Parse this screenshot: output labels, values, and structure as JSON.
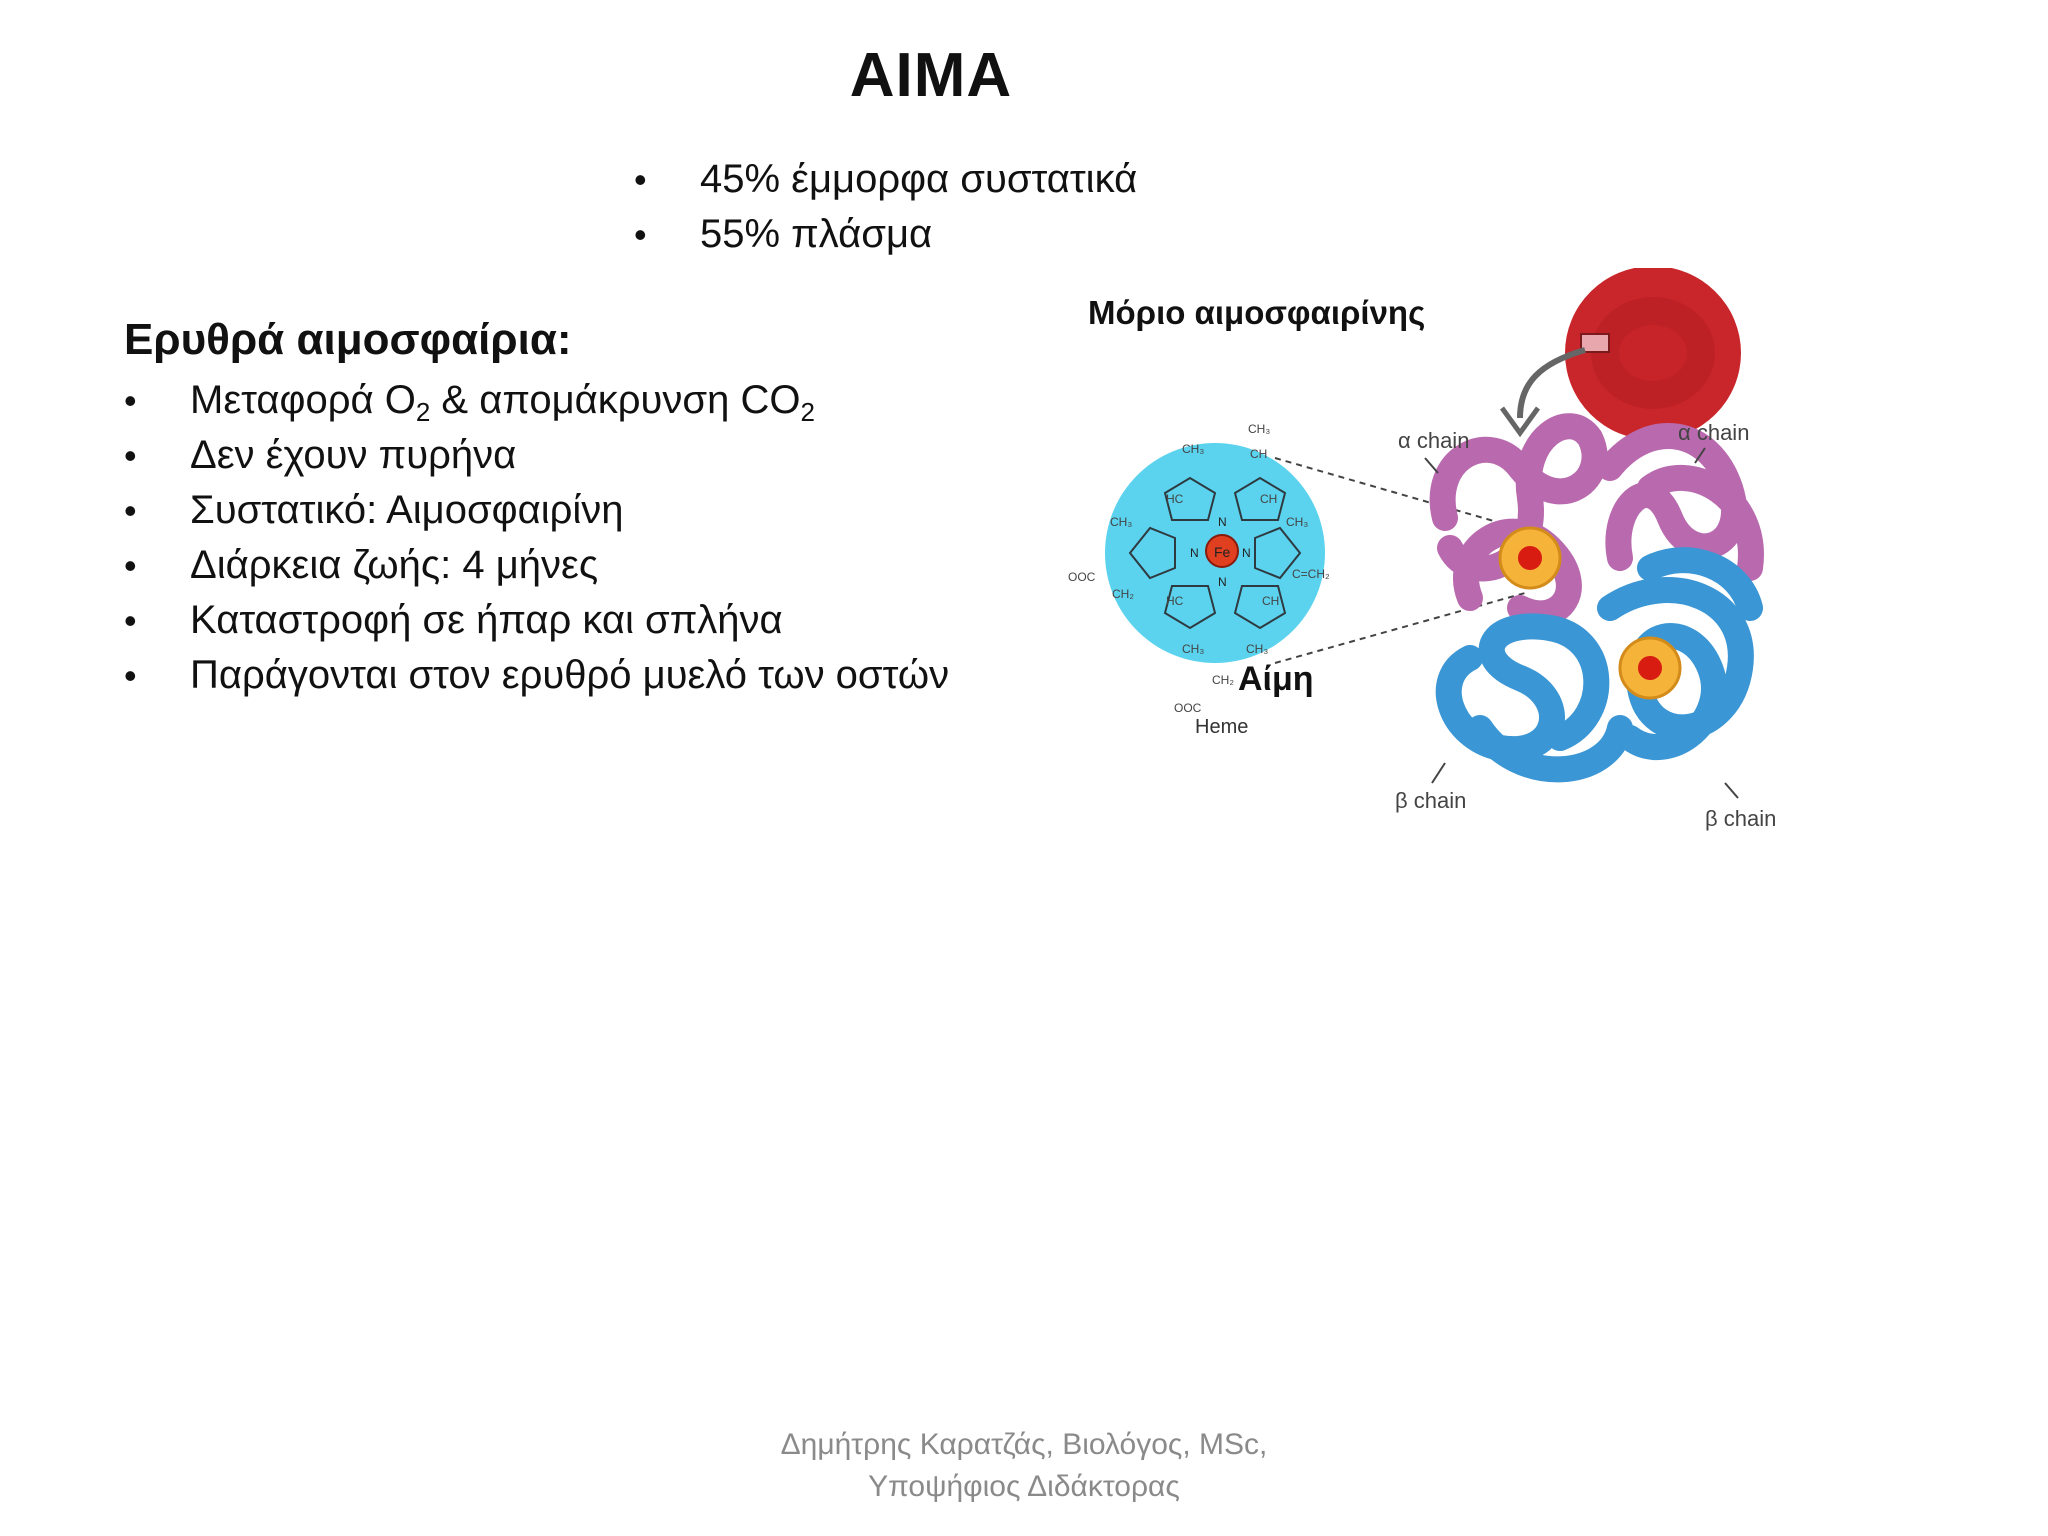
{
  "slide": {
    "title": "ΑΙΜΑ",
    "top_bullets": [
      "45% έμμορφα συστατικά",
      "55% πλάσμα"
    ],
    "section": {
      "heading": "Ερυθρά αιμοσφαίρια:",
      "bullet_1": {
        "part1": "Μεταφορά O",
        "sub1": "2",
        "part2": " & απομάκρυνση CO",
        "sub2": "2"
      },
      "bullets": [
        "Δεν έχουν πυρήνα",
        "Συστατικό: Αιμοσφαιρίνη",
        "Διάρκεια ζωής: 4 μήνες",
        "Καταστροφή σε ήπαρ και σπλήνα",
        "Παράγονται στον ερυθρό μυελό των οστών"
      ],
      "bullet_symbol": "•"
    },
    "figure": {
      "title": "Μόριο αιμοσφαιρίνης",
      "heme_label": "Αίμη",
      "heme_caption": "Heme",
      "chain_labels": {
        "alpha_left": "α chain",
        "alpha_right": "α chain",
        "beta_left": "β chain",
        "beta_right": "β chain"
      },
      "chem_labels": {
        "fe": "Fe",
        "n": "N",
        "ch3": "CH₃",
        "ch": "CH",
        "hc": "HC",
        "ch2": "CH₂",
        "c_ch2": "C=CH₂",
        "ooc": "OOC"
      },
      "colors": {
        "heme_disc": "#5bd3ee",
        "rbc": "#c9262b",
        "alpha": "#b96aae",
        "beta": "#3a96d4",
        "iron_ring": "#f5b33a",
        "iron_core": "#d81c12"
      }
    },
    "footer": {
      "line1": "Δημήτρης Καρατζάς, Βιολόγος, MSc,",
      "line2": "Υποψήφιος Διδάκτορας"
    }
  }
}
